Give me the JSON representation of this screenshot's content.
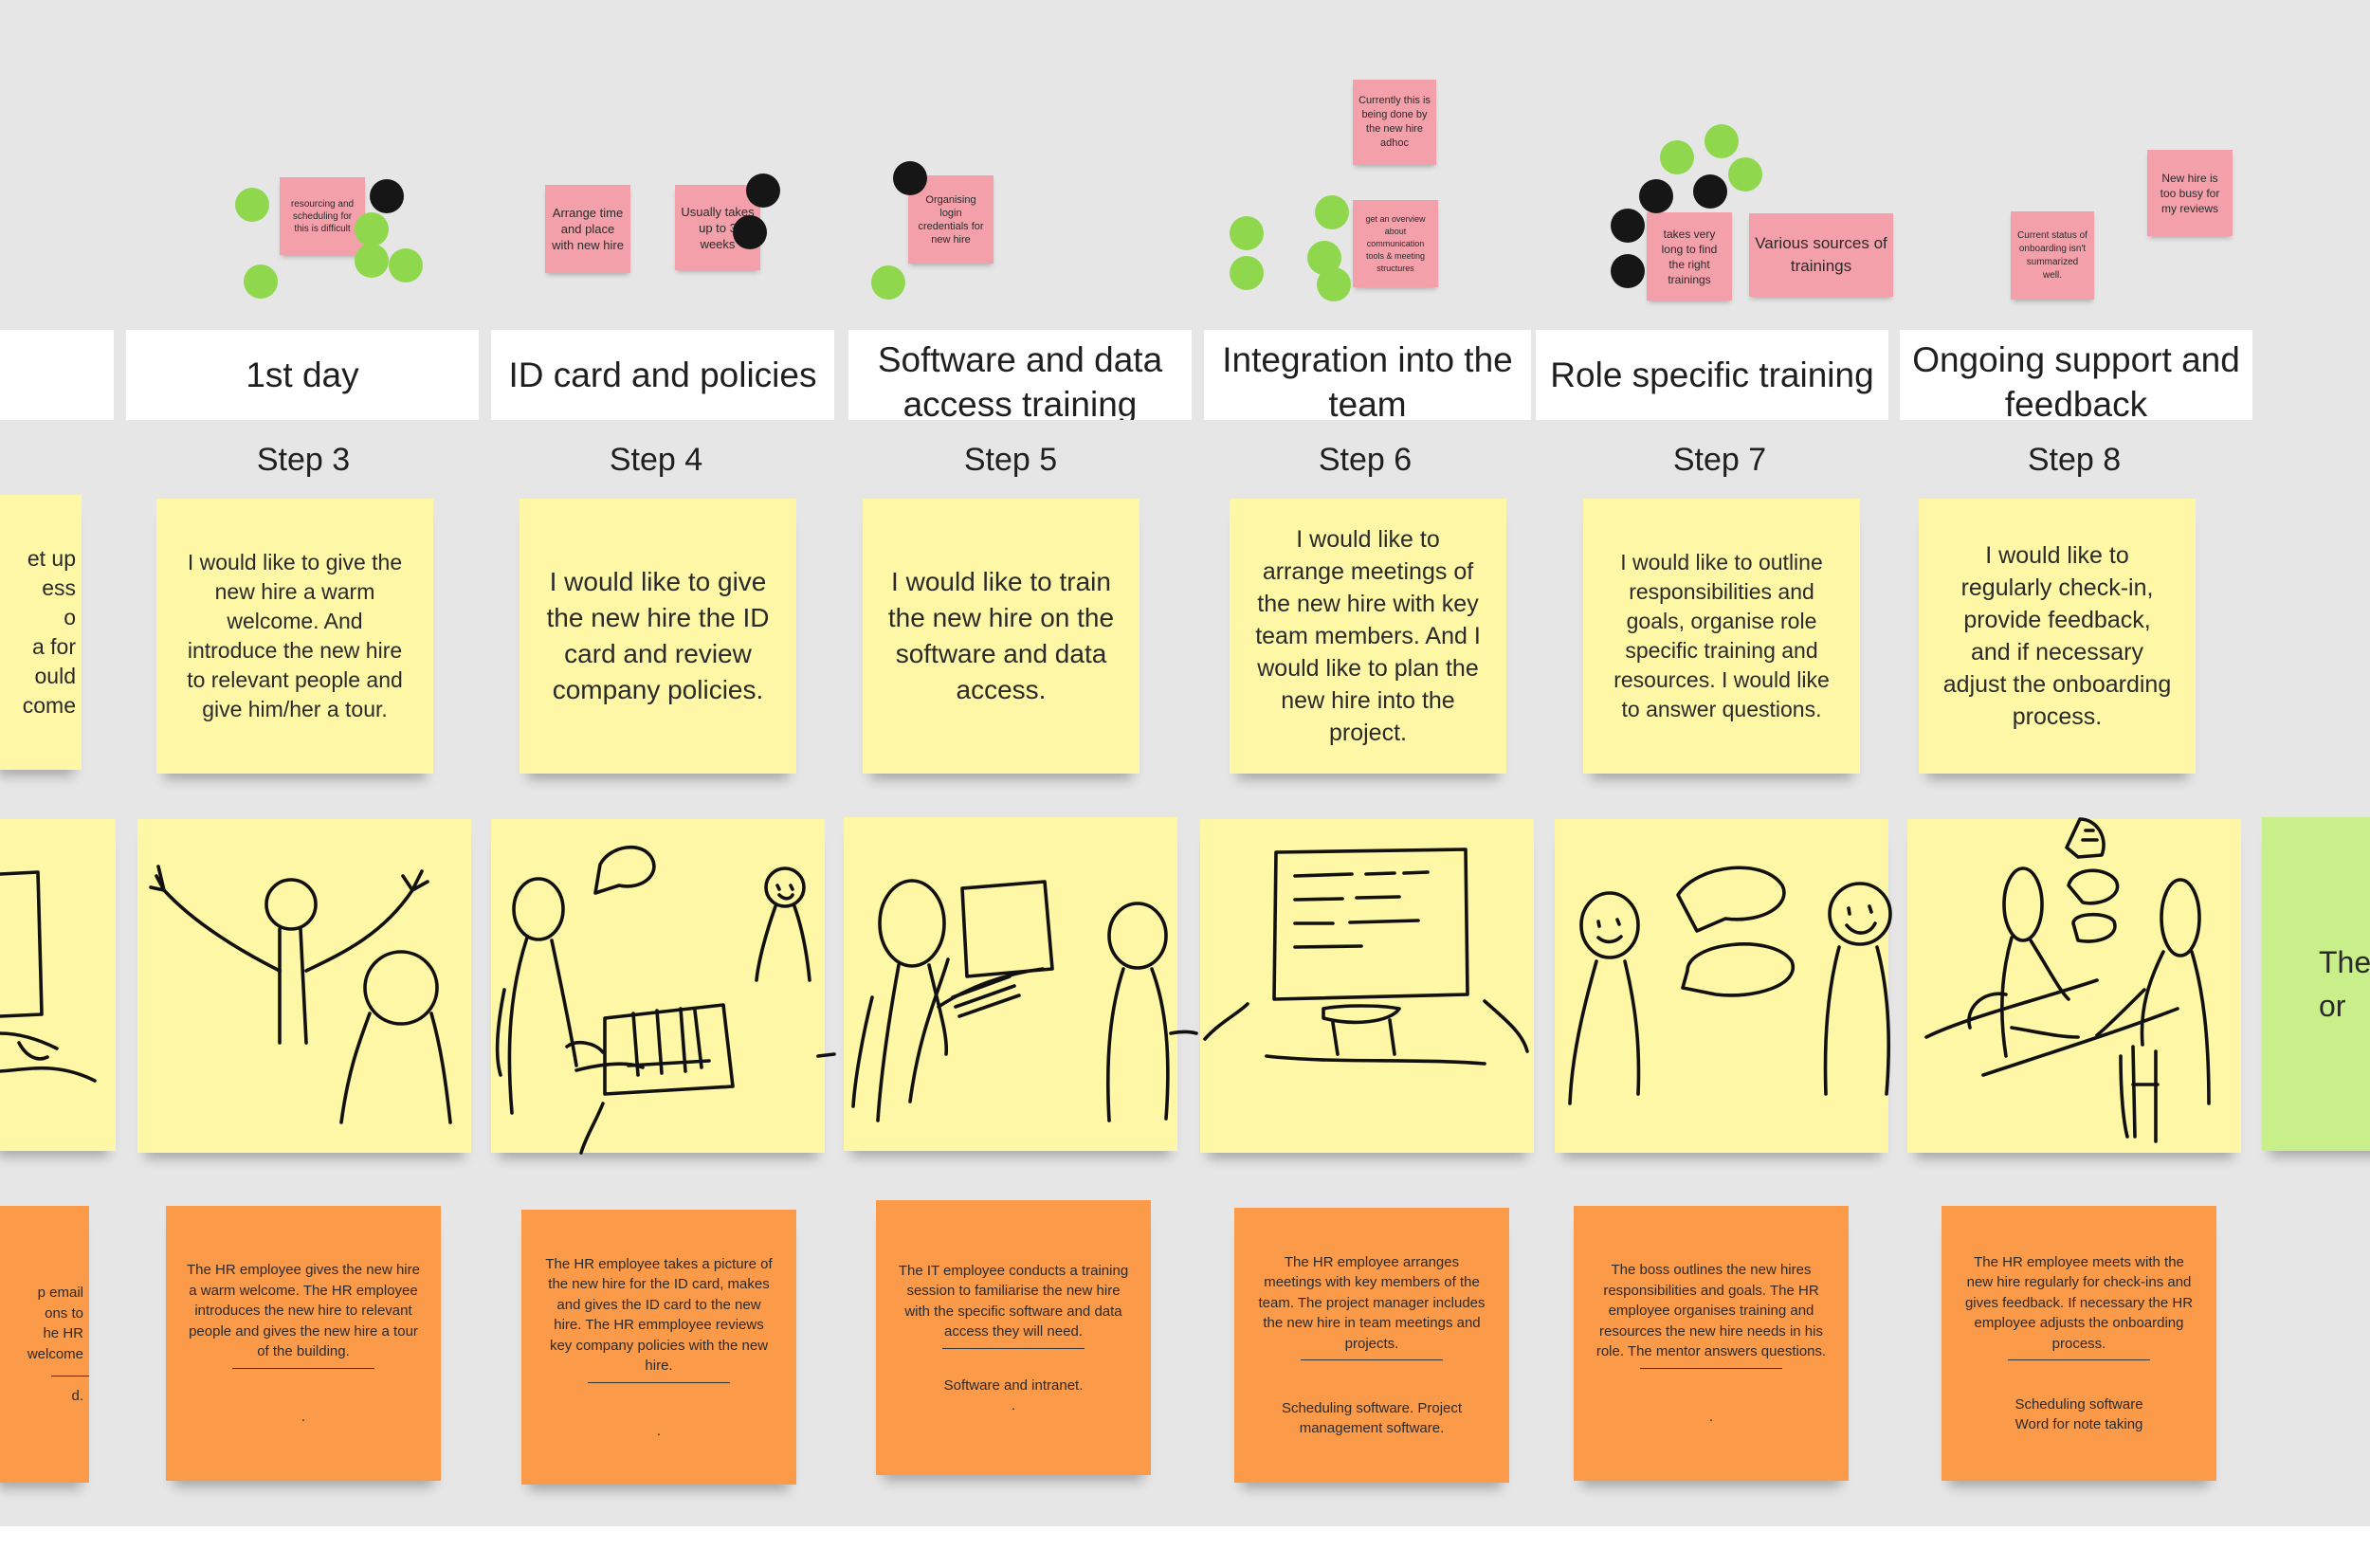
{
  "titles": {
    "left": "",
    "s3": "1st day",
    "s4": "ID card and policies",
    "s5": "Software and data access training",
    "s6": "Integration into the team",
    "s7": "Role specific training",
    "s8": "Ongoing support and feedback"
  },
  "steps": {
    "s3": "Step 3",
    "s4": "Step 4",
    "s5": "Step 5",
    "s6": "Step 6",
    "s7": "Step 7",
    "s8": "Step 8"
  },
  "stories": {
    "left": "et up\ness\no\na for\nould\ncome",
    "s3": "I would like to give the new hire a warm welcome. And introduce the new hire to relevant people and give him/her a tour.",
    "s4": "I would like to give the new hire the ID card and review company policies.",
    "s5": "I would like to train the new hire on the software and data access.",
    "s6": "I would like to arrange meetings of the new hire with key team members. And I would like to plan the new hire into the project.",
    "s7": "I would like to outline responsibilities and goals, organise role specific training and resources. I would like to answer questions.",
    "s8": "I would like to regularly check-in, provide feedback, and if necessary adjust the onboarding process."
  },
  "actions": {
    "left": {
      "text": "p email\nons to\nhe HR\nwelcome",
      "tools": "d."
    },
    "s3": {
      "text": "The HR employee gives the new hire a warm welcome. The HR employee introduces the new hire to relevant people and gives the new hire a tour of the building.",
      "tools": "."
    },
    "s4": {
      "text": "The HR employee takes a picture of the new hire for the ID card, makes and gives the ID card to the new hire. The HR emmployee reviews key company policies with the new hire.",
      "tools": "."
    },
    "s5": {
      "text": "The IT employee conducts a training session to familiarise the new hire with the specific software and data access they will need.",
      "tools": "Software and intranet.\n."
    },
    "s6": {
      "text": "The HR employee arranges meetings with key members of the team. The project manager includes the new hire  in team meetings and projects.",
      "tools": "Scheduling software. Project management software."
    },
    "s7": {
      "text": "The boss outlines the new hires responsibilities and goals. The HR employee organises training and resources the new hire needs in his role. The mentor answers questions.",
      "tools": "."
    },
    "s8": {
      "text": "The HR employee meets with the new hire regularly for check-ins and gives feedback. If necessary the HR employee adjusts the onboarding process.",
      "tools": "Scheduling software\nWord for note taking"
    }
  },
  "green_note": "The\nor",
  "pain_points": {
    "p1": "resourcing and scheduling for this is difficult",
    "p2": "Arrange time and place with new hire",
    "p3": "Usually takes up to 3 weeks",
    "p4": "Organising login credentials for new hire",
    "p5": "Currently this is being done by the new hire adhoc",
    "p6": "get an overview about communication tools & meeting structures",
    "p7": "takes very long to find the right trainings",
    "p8": "Various sources of trainings",
    "p9": "Current  status of onboarding isn't summarized well.",
    "p10": "New hire is too busy for my reviews"
  },
  "colors": {
    "board": "#e6e6e6",
    "yellow": "#fdf7a6",
    "orange": "#fb9a48",
    "green": "#c9ef8a",
    "pink": "#f3a0ab",
    "vote_green": "#8fd84d",
    "vote_black": "#161616"
  }
}
